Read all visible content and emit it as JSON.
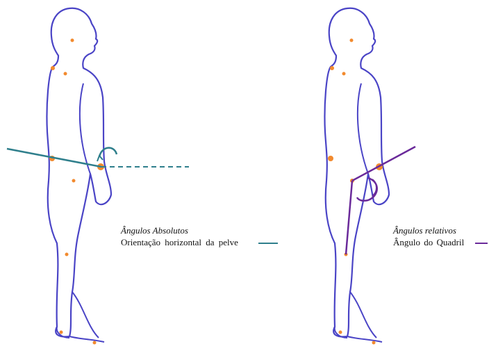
{
  "colors": {
    "body_outline": "#4a44c6",
    "marker": "#f28a2e",
    "absolute_line": "#2f7f8c",
    "relative_line": "#6a2a9a",
    "text": "#111111"
  },
  "left_panel": {
    "caption_title": "Ângulos Absolutos",
    "caption_label": "Orientação horizontal da pelve",
    "legend_line_color": "#2f7f8c"
  },
  "right_panel": {
    "caption_title": "Ângulos relativos",
    "caption_label": "Ângulo do Quadril",
    "legend_line_color": "#6a2a9a"
  }
}
